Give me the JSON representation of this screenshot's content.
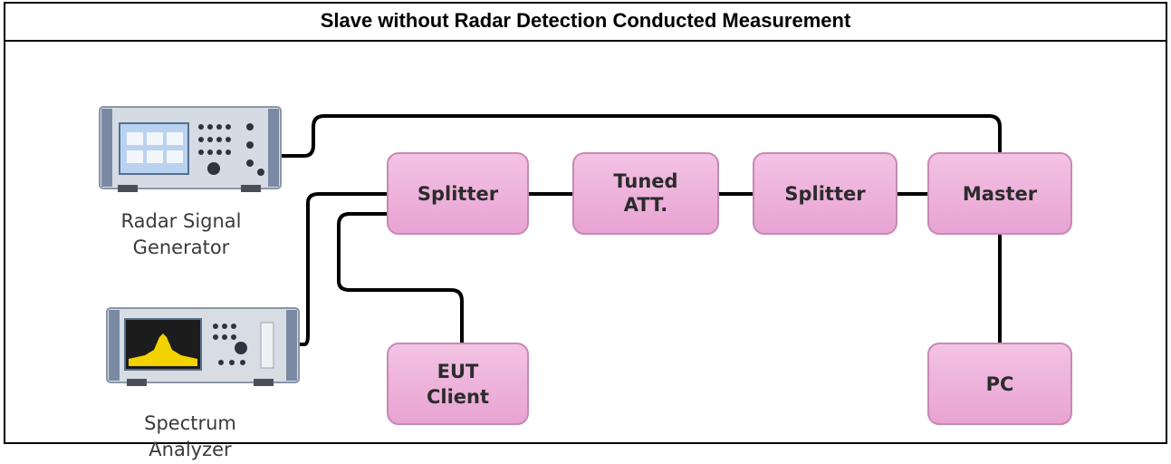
{
  "title": "Slave without Radar Detection Conducted Measurement",
  "devices": {
    "signal_generator": {
      "label_line1": "Radar Signal",
      "label_line2": "Generator"
    },
    "spectrum_analyzer": {
      "label_line1": "Spectrum",
      "label_line2": "Analyzer"
    }
  },
  "boxes": {
    "splitter_left": {
      "line1": "Splitter"
    },
    "tuned_att": {
      "line1": "Tuned",
      "line2": "ATT."
    },
    "splitter_right": {
      "line1": "Splitter"
    },
    "master": {
      "line1": "Master"
    },
    "eut_client": {
      "line1": "EUT",
      "line2": "Client"
    },
    "pc": {
      "line1": "PC"
    }
  },
  "colors": {
    "box_fill": "#ecaed8",
    "box_stroke": "#c789b5",
    "line": "#000000"
  }
}
